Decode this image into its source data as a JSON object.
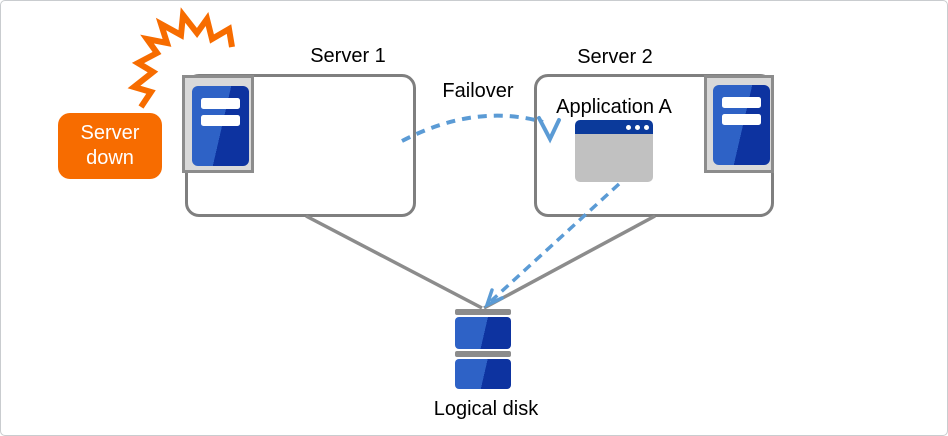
{
  "server_down_badge": {
    "label": "Server down",
    "icon": "crash-flash-icon"
  },
  "server1": {
    "label": "Server 1",
    "icon": "server-icon"
  },
  "server2": {
    "label": "Server 2",
    "icon": "server-icon"
  },
  "application": {
    "label": "Application A",
    "icon": "application-window-icon"
  },
  "failover": {
    "label": "Failover",
    "icon": "failover-dashed-arrow-icon"
  },
  "logical_disk": {
    "label": "Logical disk",
    "icon": "disk-stack-icon"
  },
  "colors": {
    "accent_orange": "#F76C00",
    "server_blue_light": "#2E62C6",
    "server_blue_dark": "#0D33A0",
    "app_titlebar_blue": "#0B3A9B",
    "app_body_gray": "#C1C1C1",
    "panel_fill_gray": "#D9D9D9",
    "border_gray": "#7F7F7F",
    "connector_gray": "#8C8C8C",
    "dashed_blue": "#5B9BD5",
    "canvas_border_gray": "#C9CCCF"
  }
}
